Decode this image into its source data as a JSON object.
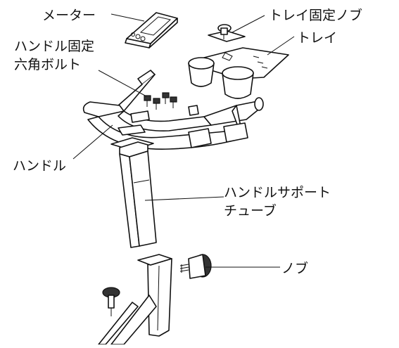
{
  "labels": {
    "meter": "メーター",
    "tray_knob": "トレイ固定ノブ",
    "tray": "トレイ",
    "handle_bolt_line1": "ハンドル固定",
    "handle_bolt_line2": "六角ボルト",
    "handlebar": "ハンドル",
    "support_tube_line1": "ハンドルサポート",
    "support_tube_line2": "チューブ",
    "knob": "ノブ"
  }
}
